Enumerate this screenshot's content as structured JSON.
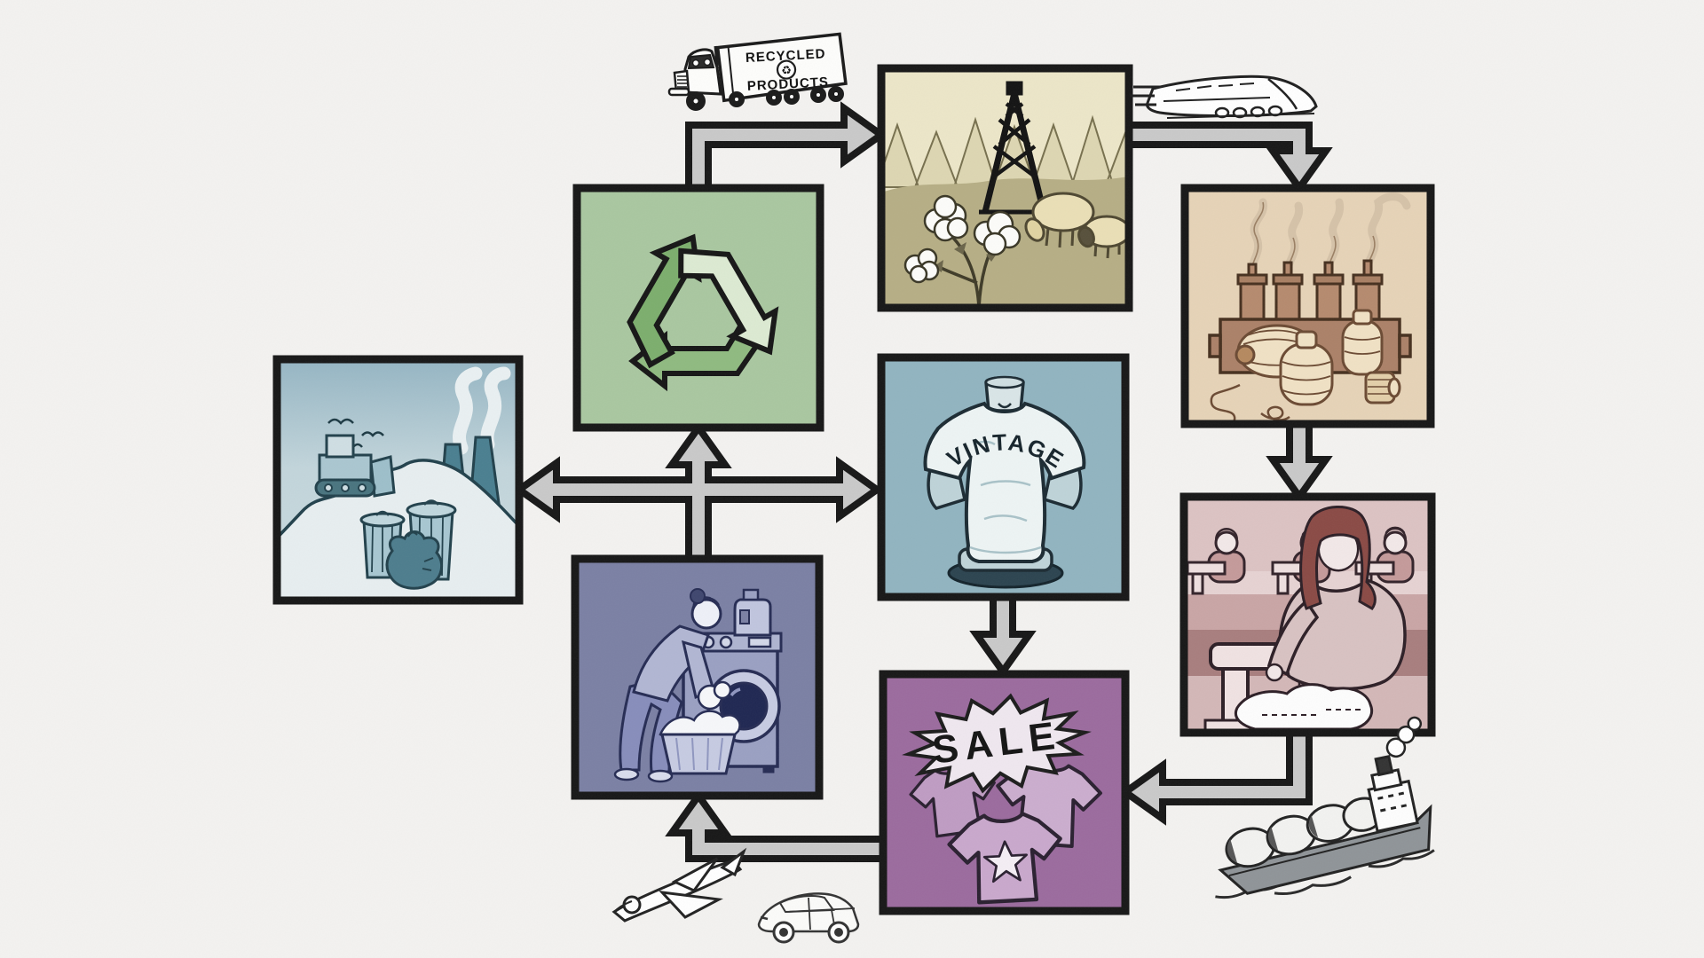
{
  "page": {
    "background": "#f3f2f0",
    "description": "clothing-lifecycle-flow-diagram"
  },
  "palette": {
    "arrow_fill": "#c9c9c9",
    "arrow_outline": "#171717",
    "box_border": "#171717"
  },
  "nodes": {
    "landfill": {
      "icon": "landfill-bulldozer-trash",
      "color": "#aec9d3",
      "sky_color": "#9cbac7"
    },
    "recycling": {
      "icon": "recycling-arrows-symbol",
      "color": "#a9c7a0"
    },
    "raw_materials": {
      "icon": "cotton-sheep-oil-derrick",
      "color": "#b6ae85",
      "sky_color": "#ece6c8"
    },
    "textile_mill": {
      "icon": "smokestacks-yarn-spools",
      "color": "#e6d3b7"
    },
    "vintage_shop": {
      "icon": "vintage-tshirt-mannequin",
      "color": "#91b4c0",
      "label": "VINTAGE"
    },
    "garment_factory": {
      "icon": "workers-sewing-machines",
      "color": "#dcc3c3"
    },
    "laundry": {
      "icon": "woman-loading-washer",
      "color": "#7b80a4"
    },
    "retail_sale": {
      "icon": "tshirts-sale-starburst",
      "color": "#9b6b9e",
      "label": "SALE"
    }
  },
  "transports": {
    "truck": {
      "icon": "semi-truck",
      "label_line1": "RECYCLED",
      "label_line2": "PRODUCTS",
      "emblem_glyph": "♻"
    },
    "train": {
      "icon": "high-speed-train"
    },
    "ship": {
      "icon": "cargo-ship"
    },
    "airplane": {
      "icon": "jet-airplane"
    },
    "car": {
      "icon": "hatchback-car"
    }
  },
  "flows": [
    {
      "from": "recycling",
      "to": "raw_materials",
      "via": "truck"
    },
    {
      "from": "raw_materials",
      "to": "textile_mill",
      "via": "train"
    },
    {
      "from": "textile_mill",
      "to": "garment_factory",
      "via": ""
    },
    {
      "from": "garment_factory",
      "to": "retail_sale",
      "via": "ship"
    },
    {
      "from": "retail_sale",
      "to": "laundry",
      "via": "airplane, car"
    },
    {
      "from": "laundry",
      "to": "recycling",
      "via": ""
    },
    {
      "from": "laundry",
      "to": "landfill",
      "via": ""
    },
    {
      "from": "laundry",
      "to": "vintage_shop",
      "via": ""
    },
    {
      "from": "vintage_shop",
      "to": "retail_sale",
      "via": ""
    }
  ]
}
